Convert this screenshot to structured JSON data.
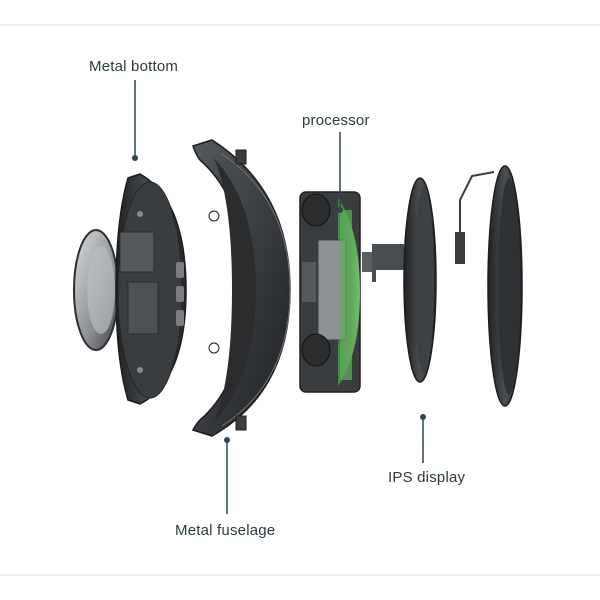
{
  "labels": {
    "metal_bottom": "Metal bottom",
    "processor": "processor",
    "ips_display": "IPS display",
    "metal_fuselage": "Metal fuselage"
  },
  "colors": {
    "leader_line": "#2d4650",
    "frame_line": "#d7e2e8",
    "part_dark": "#2f3133",
    "part_mid": "#4a4d50",
    "part_light": "#6a6e72",
    "pcb_green": "#5fa85a"
  }
}
